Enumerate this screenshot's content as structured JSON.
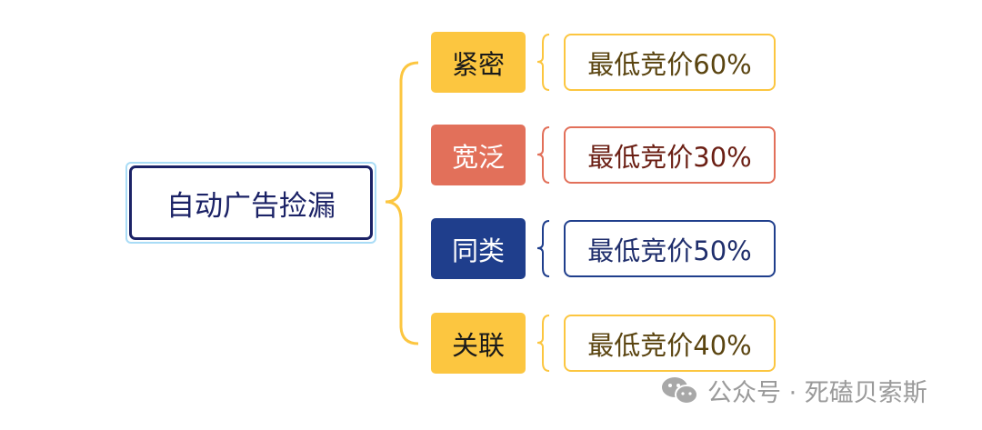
{
  "root": {
    "label": "自动广告捡漏"
  },
  "branches": [
    {
      "label": "紧密",
      "leaf": "最低竞价60%",
      "color": "#FCC640",
      "text_color": "#1a1a1a",
      "leaf_text_color": "#5a4410"
    },
    {
      "label": "宽泛",
      "leaf": "最低竞价30%",
      "color": "#E2705A",
      "text_color": "#ffffff",
      "leaf_text_color": "#6b1f14"
    },
    {
      "label": "同类",
      "leaf": "最低竞价50%",
      "color": "#1F3E8C",
      "text_color": "#ffffff",
      "leaf_text_color": "#1F2E6C"
    },
    {
      "label": "关联",
      "leaf": "最低竞价40%",
      "color": "#FCC640",
      "text_color": "#1a1a1a",
      "leaf_text_color": "#5a4410"
    }
  ],
  "footer": {
    "text": "公众号 · 死磕贝索斯",
    "icon": "wechat-icon"
  }
}
